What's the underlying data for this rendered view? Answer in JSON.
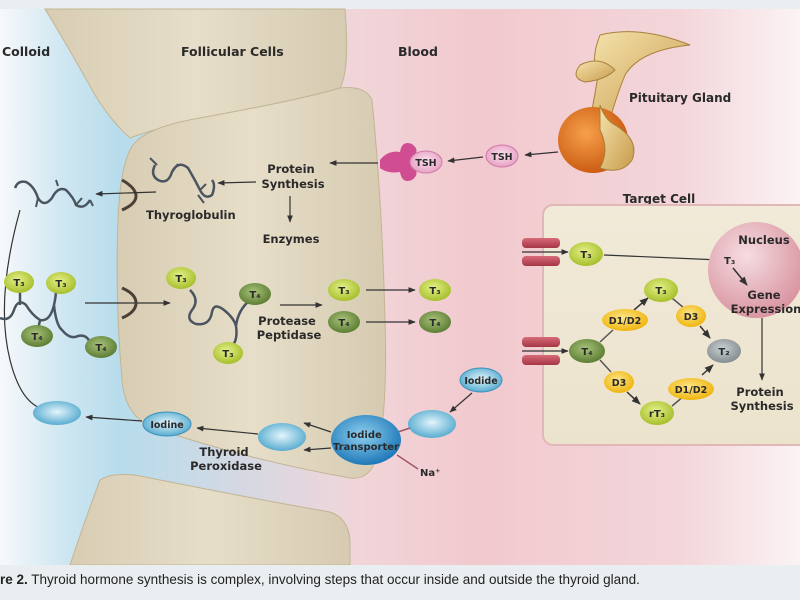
{
  "regions": {
    "colloid": "Colloid",
    "follicular_cells": "Follicular Cells",
    "blood": "Blood",
    "target_cell": "Target Cell"
  },
  "pituitary": {
    "label": "Pituitary Gland"
  },
  "tsh": {
    "receptor_label": "TSH",
    "free_label": "TSH"
  },
  "follicular": {
    "protein_synthesis": [
      "Protein",
      "Synthesis"
    ],
    "enzymes": "Enzymes",
    "thyroglobulin": "Thyroglobulin",
    "protease": [
      "Protease",
      "Peptidase"
    ],
    "thyroid_peroxidase": [
      "Thyroid",
      "Peroxidase"
    ],
    "iodine": "Iodine",
    "iodide_transporter": [
      "Iodide",
      "Transporter"
    ],
    "sodium": "Na⁺"
  },
  "blood_items": {
    "iodide": "Iodide"
  },
  "hormones": {
    "t3": "T₃",
    "t4": "T₄",
    "t2": "T₂",
    "rt3": "rT₃"
  },
  "colloid_tg": [
    "T₃",
    "T₃",
    "T₄",
    "T₄"
  ],
  "follicle_tg": [
    "T₃",
    "T₄",
    "T₃"
  ],
  "released": [
    "T₃",
    "T₄"
  ],
  "blood_hormones": [
    "T₃",
    "T₄"
  ],
  "target": {
    "nucleus": "Nucleus",
    "nucleus_t3": "T₃",
    "gene_expression": [
      "Gene",
      "Expression"
    ],
    "protein_synthesis": [
      "Protein",
      "Synthesis"
    ],
    "enzymes": {
      "d1d2_a": "D1/D2",
      "d3_a": "D3",
      "d3_b": "D3",
      "d1d2_b": "D1/D2"
    }
  },
  "caption": {
    "prefix": "re 2.",
    "text": " Thyroid hormone synthesis is complex, involving steps that occur inside and outside the thyroid gland."
  },
  "colors": {
    "colloid": "#bfe0ee",
    "cell": "#ddd2b8",
    "blood": "#f0c2c8",
    "t3": "#b9cf3a",
    "t4": "#6f8f3e",
    "t2": "#9aa3a6",
    "deiodinase": "#f3c11f",
    "iodide": "#4aa7cf",
    "tsh": "#d6589a",
    "nucleus": "#e1a6b0"
  }
}
